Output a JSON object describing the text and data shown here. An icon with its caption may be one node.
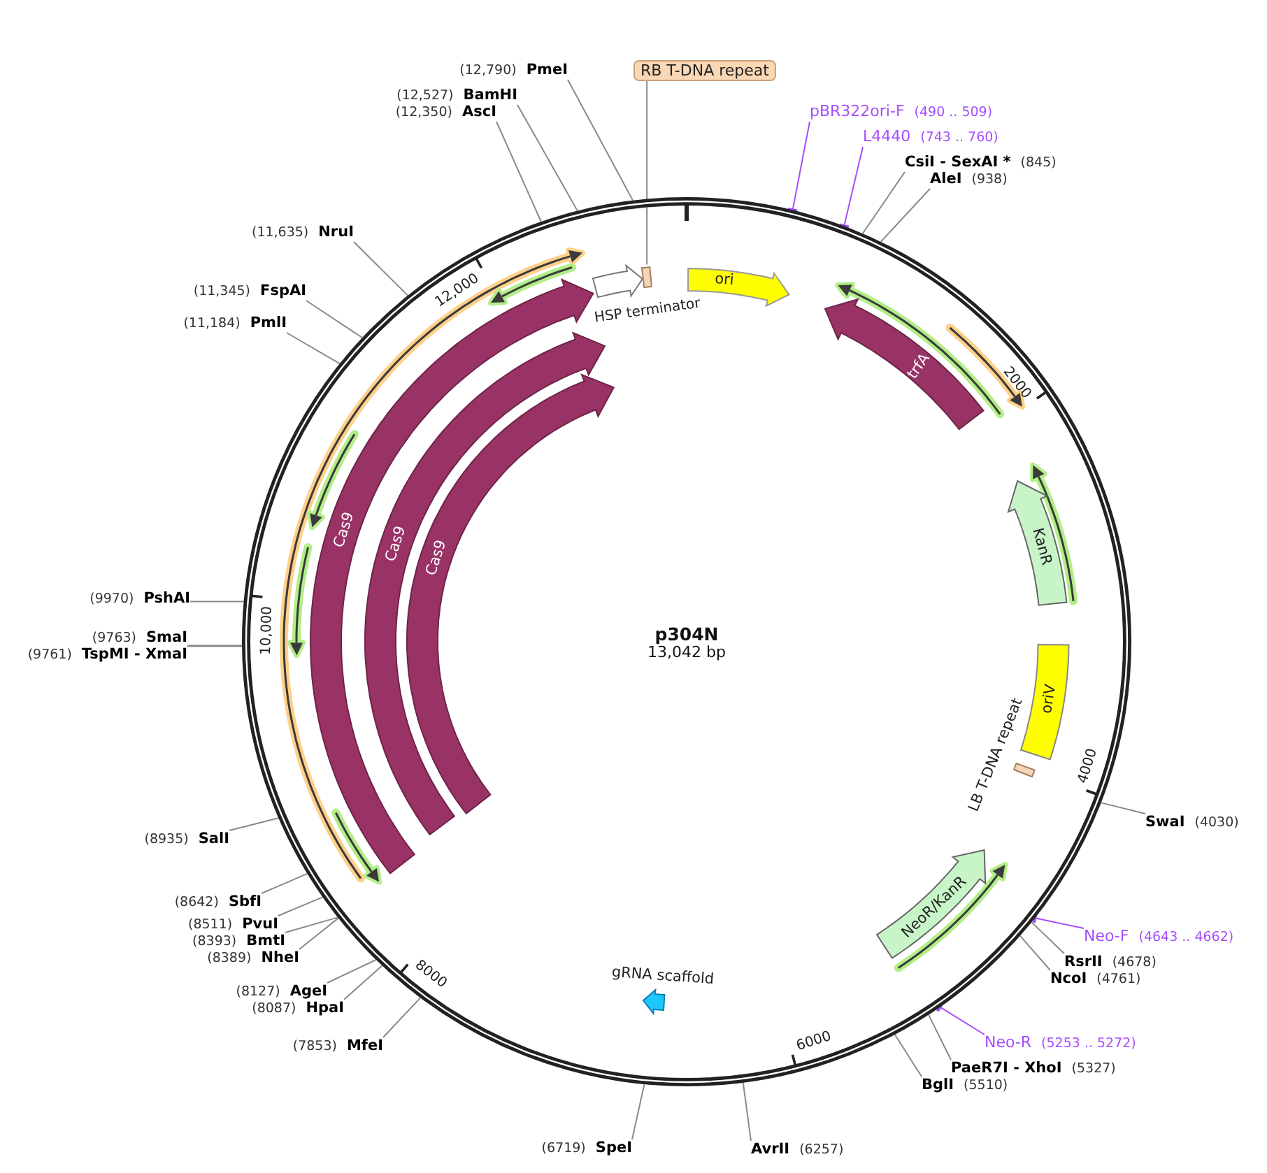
{
  "diagram": {
    "nodes": [
      {
        "text": [
          "p304N",
          "13,042 bp"
        ]
      },
      {
        "text": [
          "HSP terminator"
        ],
        "in": 0
      },
      {
        "text": [],
        "shape": "box",
        "in": 0
      },
      {
        "text": [
          "ori"
        ],
        "in": 0
      },
      {
        "text": [
          "trfA"
        ],
        "in": 0
      },
      {
        "text": [
          "KanR"
        ],
        "in": 0
      },
      {
        "text": [
          "oriV"
        ],
        "in": 0
      },
      {
        "text": [
          "LB T-DNA repeat"
        ],
        "in": 0
      },
      {
        "text": [
          "NeoR/KanR"
        ],
        "in": 0
      },
      {
        "text": [
          "gRNA scaffold"
        ],
        "in": 0
      },
      {
        "text": [
          "Cas9"
        ],
        "in": 0
      },
      {
        "text": [
          "Cas9"
        ],
        "in": 0
      },
      {
        "text": [
          "Cas9"
        ],
        "in": 0
      },
      {
        "text": [
          "RB T-DNA repeat"
        ]
      },
      {
        "text": [
          "(12,790)",
          "PmeI"
        ]
      },
      {
        "text": [
          "(12,527)",
          "BamHI"
        ]
      },
      {
        "text": [
          "(12,350)",
          "AscI"
        ]
      },
      {
        "text": [
          "pBR322ori-F",
          "(490 .. 509)"
        ]
      },
      {
        "text": [
          "L4440",
          "(743 .. 760)"
        ]
      },
      {
        "text": [
          "CsiI - SexAI *",
          "(845)"
        ]
      },
      {
        "text": [
          "AleI",
          "(938)"
        ]
      },
      {
        "text": [
          "(11,635)",
          "NruI"
        ]
      },
      {
        "text": [
          "(11,345)",
          "FspAI"
        ]
      },
      {
        "text": [
          "(11,184)",
          "PmlI"
        ]
      },
      {
        "text": [
          "(9970)",
          "PshAI"
        ]
      },
      {
        "text": [
          "(9763)",
          "SmaI"
        ]
      },
      {
        "text": [
          "(9761)",
          "TspMI - XmaI"
        ]
      },
      {
        "text": [
          "SwaI",
          "(4030)"
        ]
      },
      {
        "text": [
          "(8935)",
          "SalI"
        ]
      },
      {
        "text": [
          "(8642)",
          "SbfI"
        ]
      },
      {
        "text": [
          "(8511)",
          "PvuI"
        ]
      },
      {
        "text": [
          "(8393)",
          "BmtI"
        ]
      },
      {
        "text": [
          "(8389)",
          "NheI"
        ]
      },
      {
        "text": [
          "Neo-F",
          "(4643 .. 4662)"
        ]
      },
      {
        "text": [
          "RsrII",
          "(4678)"
        ]
      },
      {
        "text": [
          "NcoI",
          "(4761)"
        ]
      },
      {
        "text": [
          "(8127)",
          "AgeI"
        ]
      },
      {
        "text": [
          "(8087)",
          "HpaI"
        ]
      },
      {
        "text": [
          "(7853)",
          "MfeI"
        ]
      },
      {
        "text": [
          "Neo-R",
          "(5253 .. 5272)"
        ]
      },
      {
        "text": [
          "PaeR7I - XhoI",
          "(5327)"
        ]
      },
      {
        "text": [
          "BglI",
          "(5510)"
        ]
      },
      {
        "text": [
          "(6719)",
          "SpeI"
        ]
      },
      {
        "text": [
          "AvrII",
          "(6257)"
        ]
      }
    ],
    "edges": [
      {
        "from": 13,
        "to": 2,
        "arrow": "none"
      },
      {
        "from": 14,
        "to": 0,
        "arrow": "none"
      },
      {
        "from": 15,
        "to": 0,
        "arrow": "none"
      },
      {
        "from": 16,
        "to": 0,
        "arrow": "none"
      },
      {
        "from": 17,
        "to": 0,
        "arrow": "other",
        "color": "#a64dff"
      },
      {
        "from": 18,
        "to": 0,
        "arrow": "other",
        "color": "#a64dff"
      },
      {
        "from": 19,
        "to": 0,
        "arrow": "none"
      },
      {
        "from": 20,
        "to": 0,
        "arrow": "none"
      },
      {
        "from": 21,
        "to": 0,
        "arrow": "none"
      },
      {
        "from": 22,
        "to": 0,
        "arrow": "none"
      },
      {
        "from": 23,
        "to": 0,
        "arrow": "none"
      },
      {
        "from": 24,
        "to": 0,
        "arrow": "none"
      },
      {
        "from": 25,
        "to": 0,
        "arrow": "none"
      },
      {
        "from": 26,
        "to": 0,
        "arrow": "none"
      },
      {
        "from": 27,
        "to": 0,
        "arrow": "none"
      },
      {
        "from": 28,
        "to": 0,
        "arrow": "none"
      },
      {
        "from": 29,
        "to": 0,
        "arrow": "none"
      },
      {
        "from": 30,
        "to": 0,
        "arrow": "none"
      },
      {
        "from": 31,
        "to": 0,
        "arrow": "none"
      },
      {
        "from": 32,
        "to": 0,
        "arrow": "none"
      },
      {
        "from": 33,
        "to": 0,
        "arrow": "other",
        "color": "#a64dff"
      },
      {
        "from": 34,
        "to": 0,
        "arrow": "none"
      },
      {
        "from": 35,
        "to": 0,
        "arrow": "none"
      },
      {
        "from": 36,
        "to": 0,
        "arrow": "none"
      },
      {
        "from": 37,
        "to": 0,
        "arrow": "none"
      },
      {
        "from": 38,
        "to": 0,
        "arrow": "none"
      },
      {
        "from": 39,
        "to": 0,
        "arrow": "other",
        "color": "#a64dff"
      },
      {
        "from": 40,
        "to": 0,
        "arrow": "none"
      },
      {
        "from": 41,
        "to": 0,
        "arrow": "none"
      },
      {
        "from": 42,
        "to": 0,
        "arrow": "none"
      },
      {
        "from": 43,
        "to": 0,
        "arrow": "none"
      }
    ],
    "labels": [
      "12,000",
      "2000",
      "10,000",
      "4000",
      "8000",
      "6000"
    ]
  }
}
